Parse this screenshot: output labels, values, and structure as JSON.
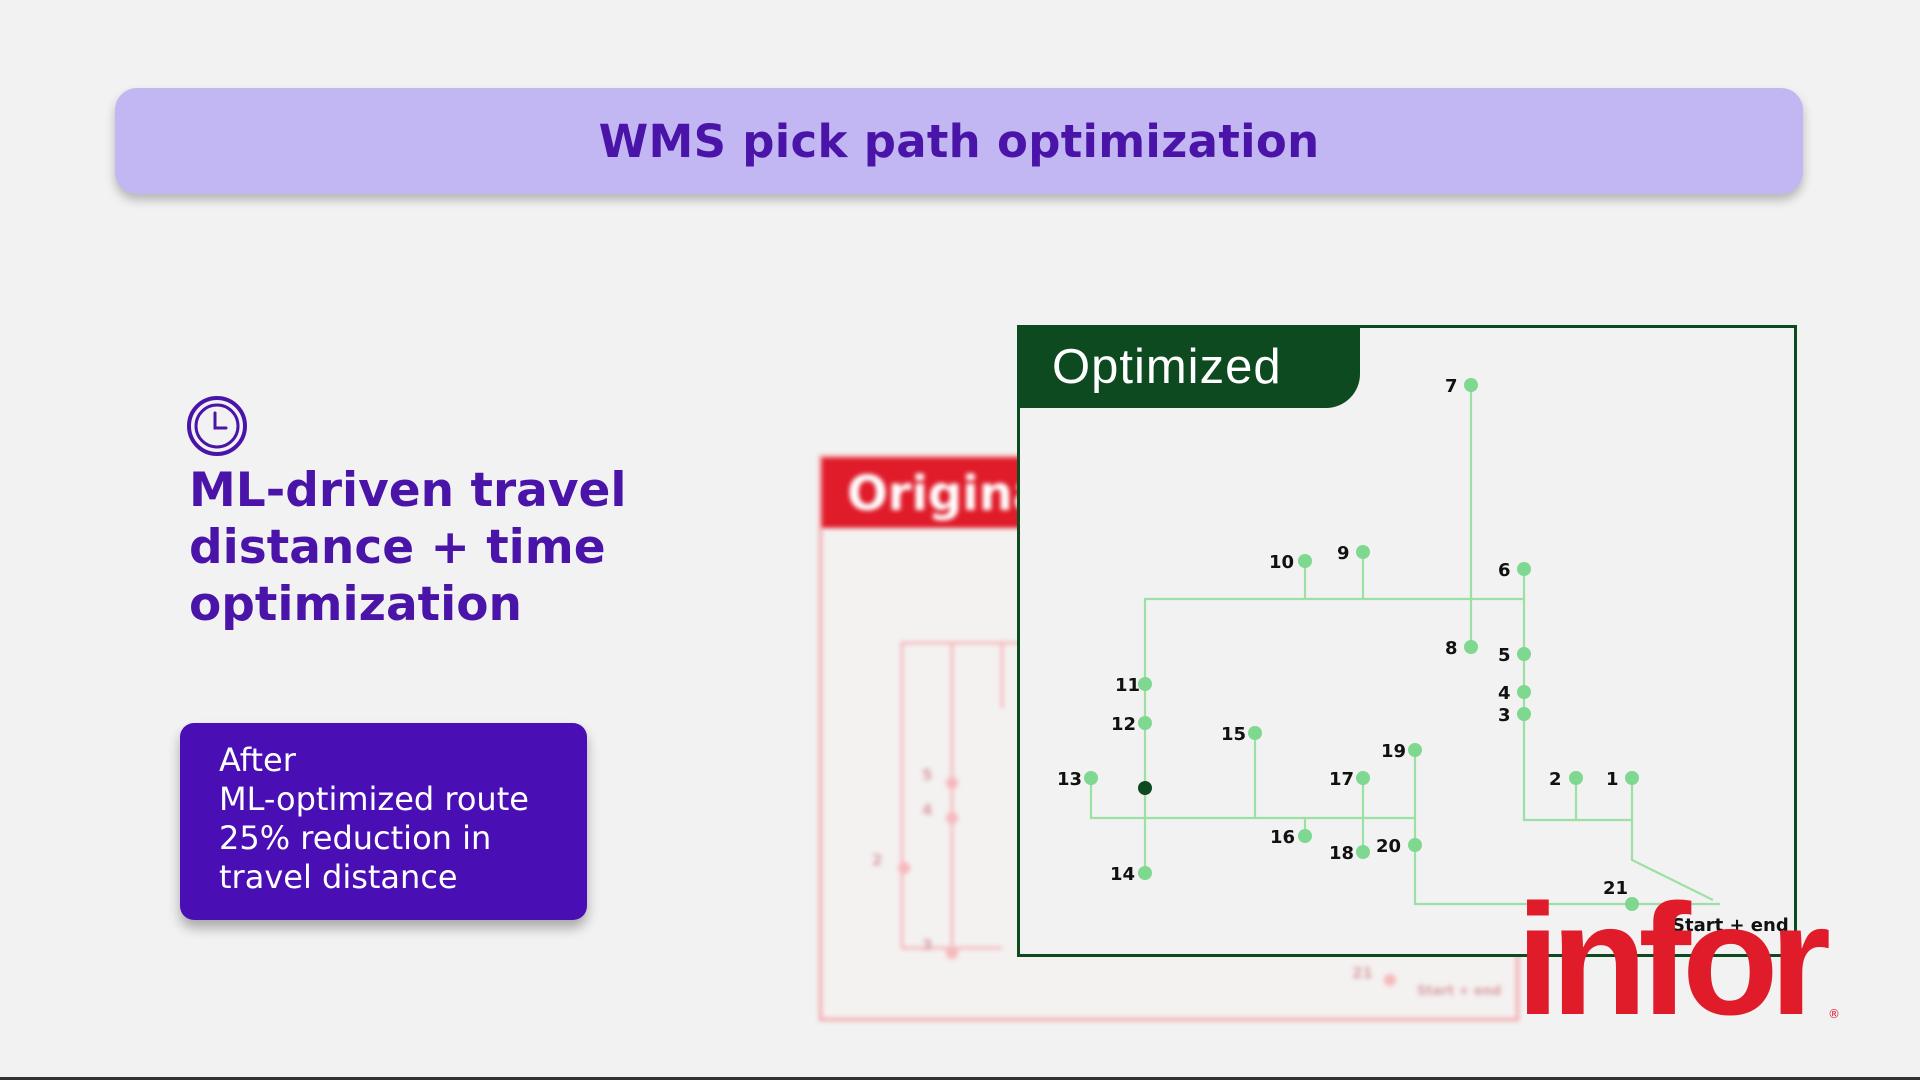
{
  "title": "WMS pick path optimization",
  "headline": [
    "ML-driven travel",
    "distance + time",
    "optimization"
  ],
  "info_box": [
    "After",
    "ML-optimized route",
    "25% reduction in",
    "travel distance"
  ],
  "original_panel": {
    "tab_label": "Original",
    "labels": [
      "5",
      "4",
      "2",
      "3",
      "21",
      "Start + end"
    ]
  },
  "optimized_panel": {
    "tab_label": "Optimized",
    "point_labels": [
      "1",
      "2",
      "3",
      "4",
      "5",
      "6",
      "7",
      "8",
      "9",
      "10",
      "11",
      "12",
      "13",
      "14",
      "15",
      "16",
      "17",
      "18",
      "19",
      "20",
      "21"
    ],
    "end_label": "Start + end"
  },
  "logo": "infor",
  "colors": {
    "title_bar": "#c3b7f3",
    "purple_text": "#4a14a8",
    "info_box": "#4a0fb4",
    "optimized_green": "#0d4a20",
    "route_line": "#9de0a4",
    "point": "#7fd890",
    "original_red": "#e01b2a",
    "logo": "#e01b2a"
  },
  "icons": [
    "clock-icon"
  ]
}
